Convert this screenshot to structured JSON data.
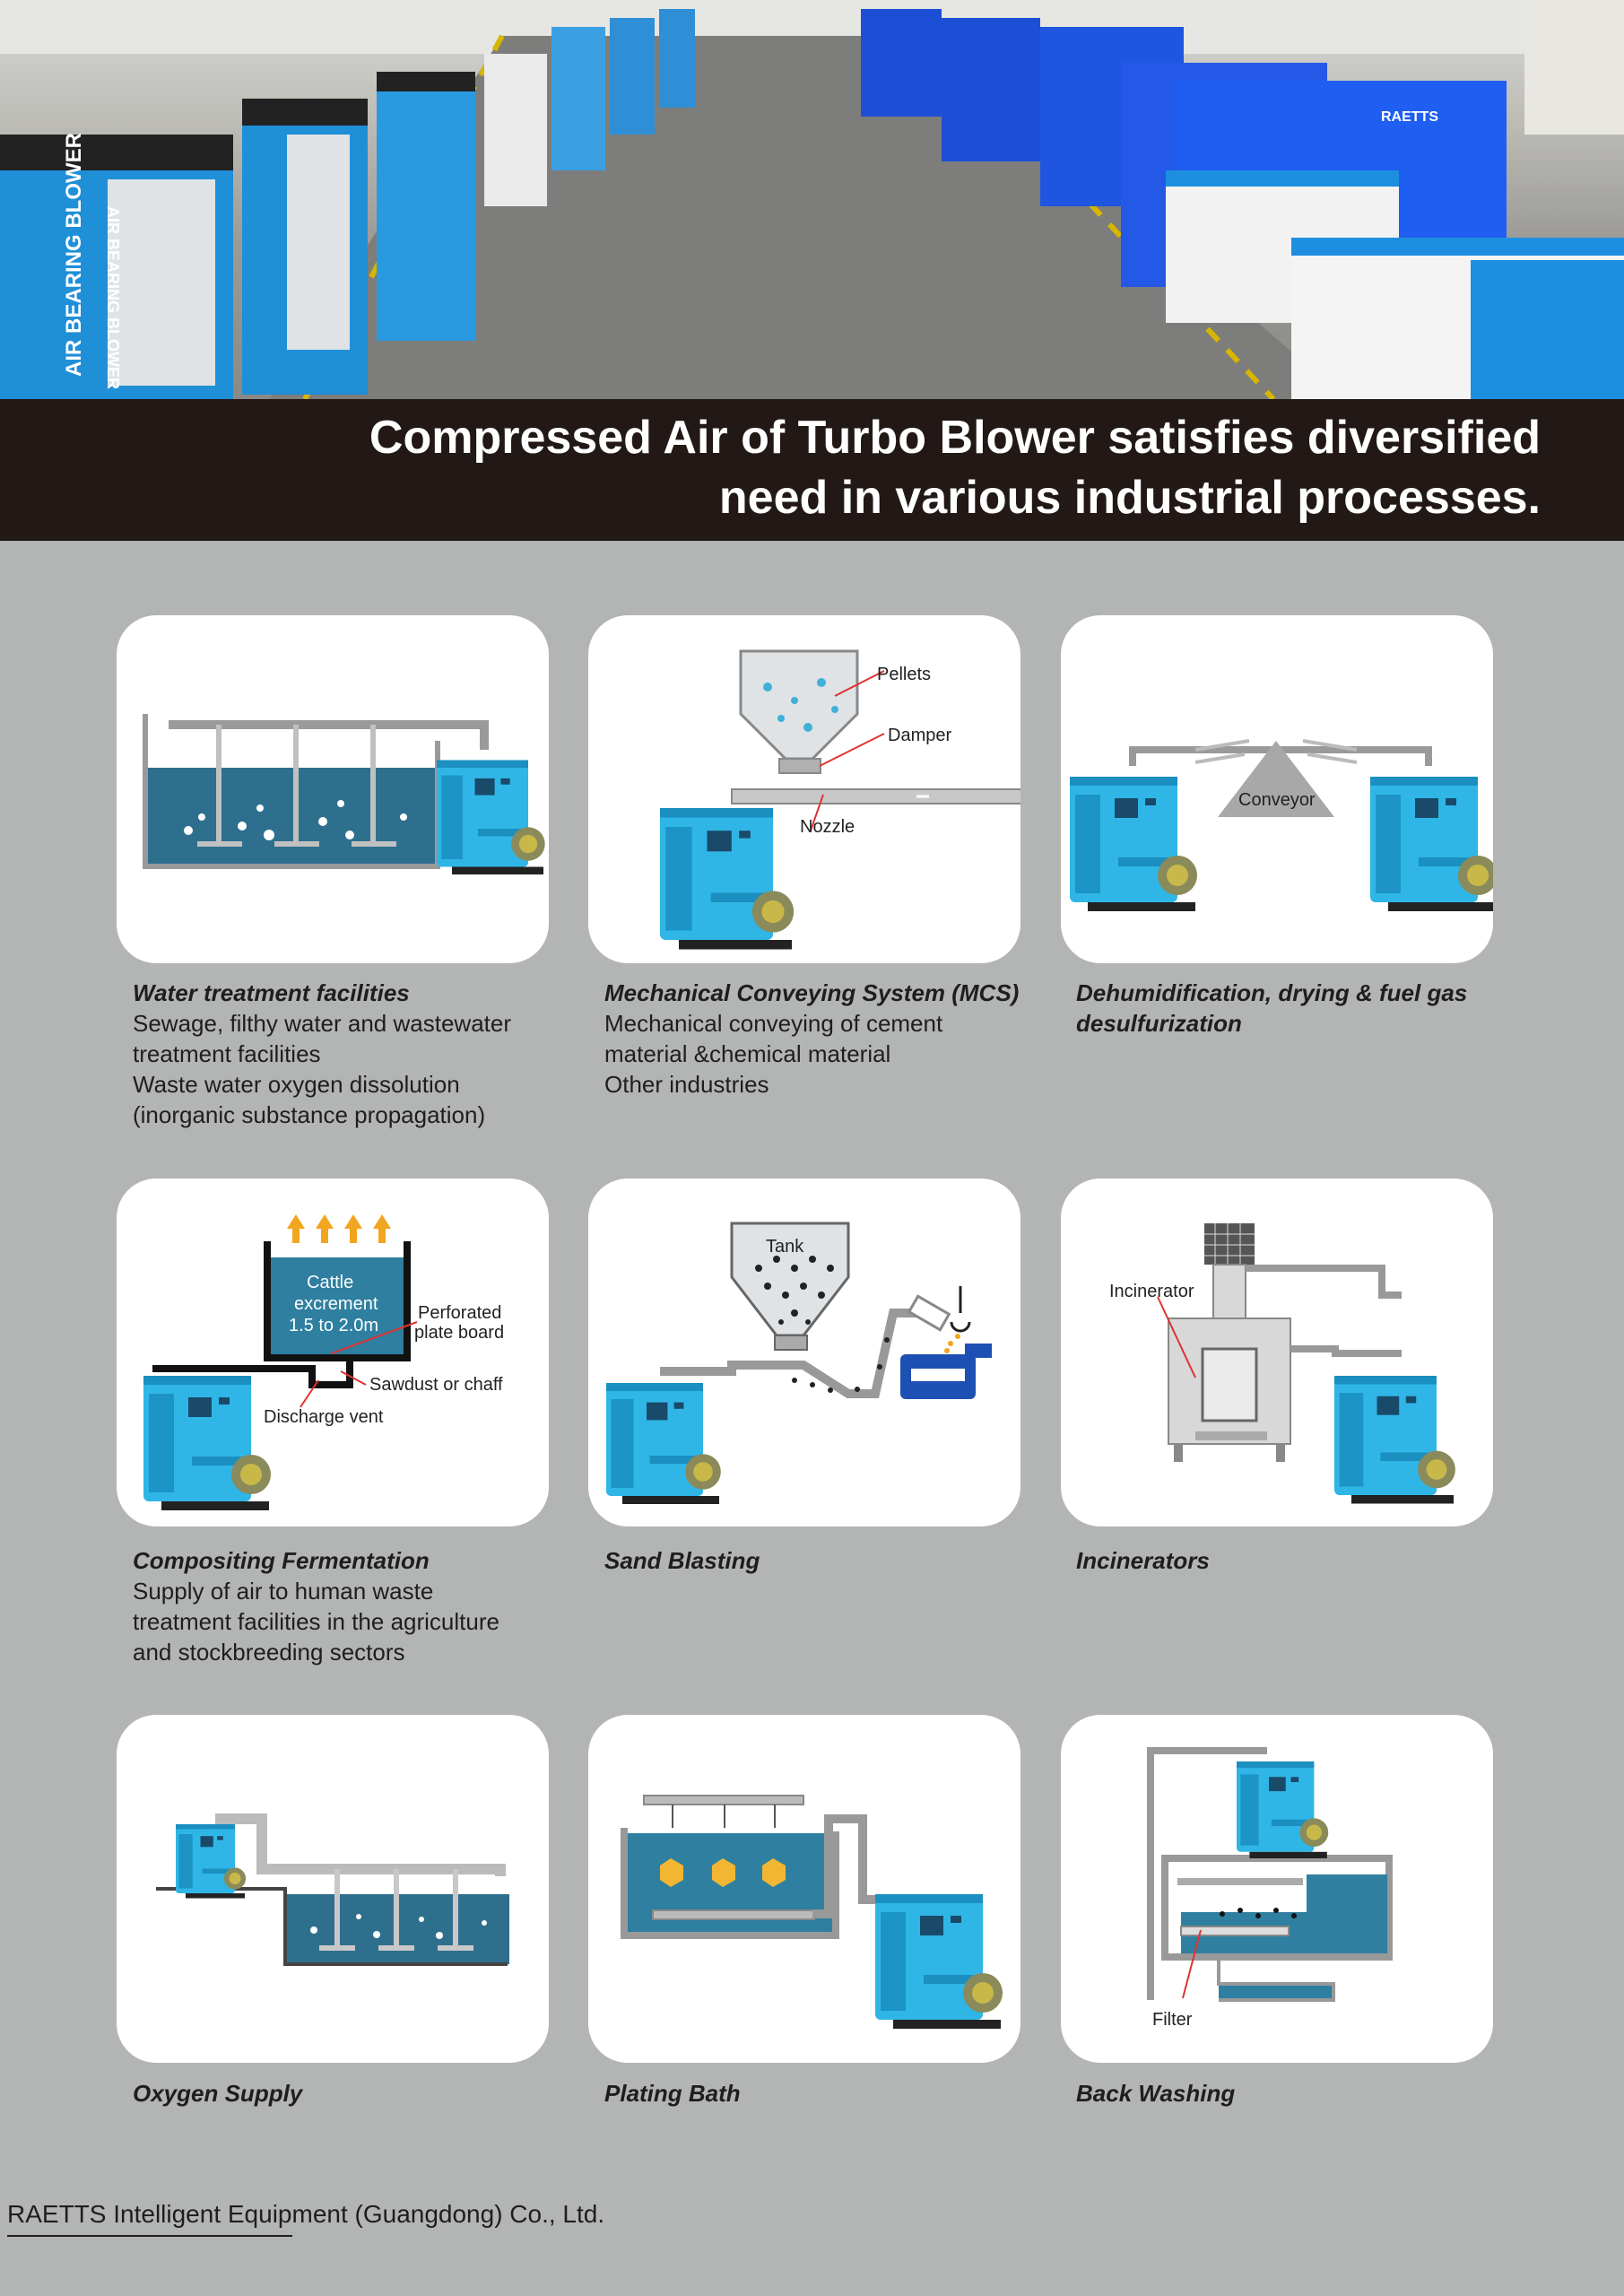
{
  "banner": {
    "title_line1": "Compressed Air of Turbo Blower satisfies diversified",
    "title_line2": "need in various industrial processes."
  },
  "hero": {
    "machine_text": "AIR BEARING BLOWER",
    "brand": "RAETTS"
  },
  "colors": {
    "background": "#b3b4b4",
    "banner": "#221816",
    "blower_blue": "#2fb6e6",
    "water": "#2f6f8e",
    "hexagon": "#f2b632",
    "arrow": "#f2a51f"
  },
  "applications": [
    {
      "title": "Water treatment facilities",
      "lines": [
        "Sewage, filthy water and wastewater",
        "treatment facilities",
        "Waste water oxygen dissolution",
        "(inorganic substance propagation)"
      ],
      "labels": []
    },
    {
      "title": "Mechanical Conveying System (MCS)",
      "lines": [
        "Mechanical conveying of cement",
        "material &chemical material",
        "Other industries"
      ],
      "labels": [
        "Pellets",
        "Damper",
        "Nozzle"
      ]
    },
    {
      "title": "Dehumidification, drying & fuel gas",
      "title2": "desulfurization",
      "lines": [],
      "labels": [
        "Conveyor"
      ]
    },
    {
      "title": "Compositing Fermentation",
      "lines": [
        "Supply of air to human waste",
        "treatment facilities in the agriculture",
        "and stockbreeding sectors"
      ],
      "labels": [
        "Cattle",
        "excrement",
        "1.5 to 2.0m",
        "Perforated",
        "plate board",
        "Sawdust or chaff",
        "Discharge vent"
      ]
    },
    {
      "title": "Sand Blasting",
      "lines": [],
      "labels": [
        "Tank"
      ]
    },
    {
      "title": "Incinerators",
      "lines": [],
      "labels": [
        "Incinerator"
      ]
    },
    {
      "title": "Oxygen Supply",
      "lines": [],
      "labels": []
    },
    {
      "title": "Plating Bath",
      "lines": [],
      "labels": []
    },
    {
      "title": "Back Washing",
      "lines": [],
      "labels": [
        "Filter"
      ]
    }
  ],
  "footer": {
    "company": "RAETTS Intelligent Equipment (Guangdong) Co., Ltd."
  }
}
